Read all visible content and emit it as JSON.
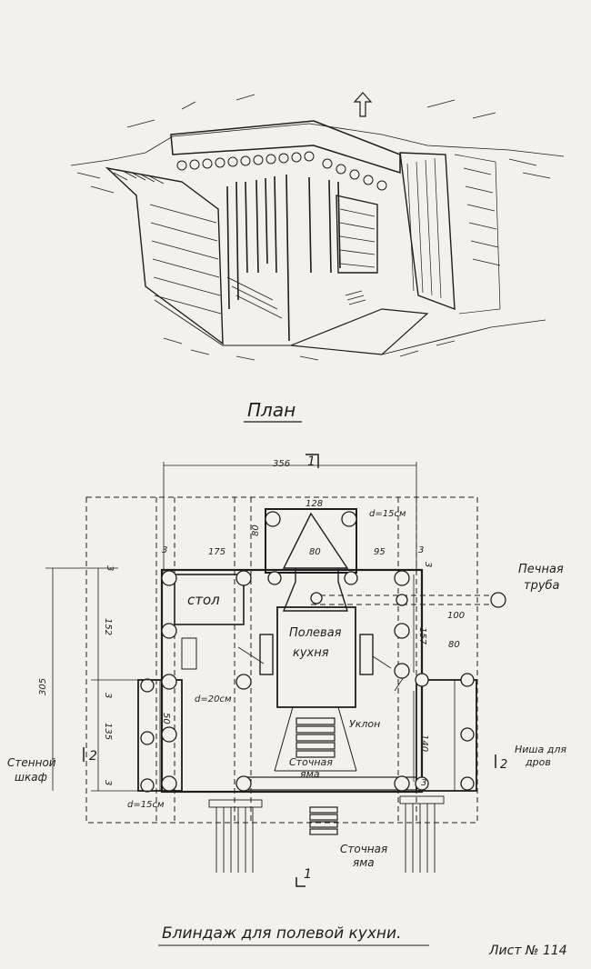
{
  "heading": "План",
  "caption": "Блиндаж для полевой кухни.",
  "sheet_no": "Лист № 114",
  "labels": {
    "table": "стол",
    "kitchen_line1": "Полевая",
    "kitchen_line2": "кухня",
    "stove_pipe_line1": "Печная",
    "stove_pipe_line2": "труба",
    "wall_cabinet_line1": "Стенной",
    "wall_cabinet_line2": "шкаф",
    "firewood_niche_line1": "Ниша для",
    "firewood_niche_line2": "дров",
    "slope": "Уклон",
    "sump_inner_line1": "Сточная",
    "sump_inner_line2": "яма",
    "sump_outer_line1": "Сточная",
    "sump_outer_line2": "яма",
    "section_1_top": "1",
    "section_1_bottom": "1",
    "section_2_left": "2",
    "section_2_right": "2"
  },
  "dimensions": {
    "overall_width": "356",
    "niche_width": "128",
    "niche_depth": "80",
    "niche_log_d": "d=15см",
    "hood_width": "80",
    "left_span": "175",
    "right_span": "95",
    "wall_left": "3",
    "wall_right": "3",
    "corner_left": "3",
    "corner_right": "3",
    "overall_height": "305",
    "left_upper": "152",
    "left_mid": "3",
    "left_lower": "135",
    "left_bottom": "3",
    "cabinet_depth": "50",
    "log_d_inner": "d=20см",
    "log_d_cabinet": "d=15см",
    "right_upper": "157",
    "pipe_offset": "100",
    "right_niche_offset": "80",
    "right_lower": "140",
    "bottom_right": "3"
  }
}
